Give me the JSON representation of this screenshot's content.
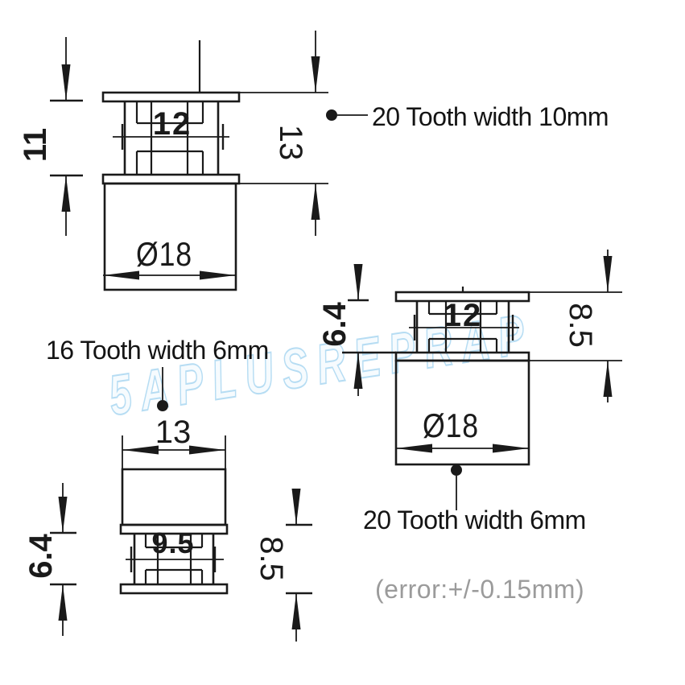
{
  "figures": [
    {
      "id": "pulley-20t-10mm",
      "label": "20 Tooth width 10mm",
      "flange_gap": "11",
      "overall_width": "13",
      "tooth_diameter": "12",
      "hub_diameter": "Ø18"
    },
    {
      "id": "pulley-20t-6mm",
      "label": "20 Tooth width 6mm",
      "flange_gap": "6.4",
      "overall_width": "8.5",
      "tooth_diameter": "12",
      "hub_diameter": "Ø18"
    },
    {
      "id": "pulley-16t-6mm",
      "label": "16 Tooth width 6mm",
      "flange_gap": "6.4",
      "overall_width": "8.5",
      "tooth_diameter": "9.5",
      "hub_diameter": "13"
    }
  ],
  "watermark": "5APLUSREPRAP",
  "tolerance_note": "(error:+/-0.15mm)",
  "colors": {
    "line": "#1a1a1a",
    "label_text": "#141414",
    "note_text": "#9b9b9b",
    "watermark_blue": "#a5d4f0",
    "background": "#ffffff"
  }
}
